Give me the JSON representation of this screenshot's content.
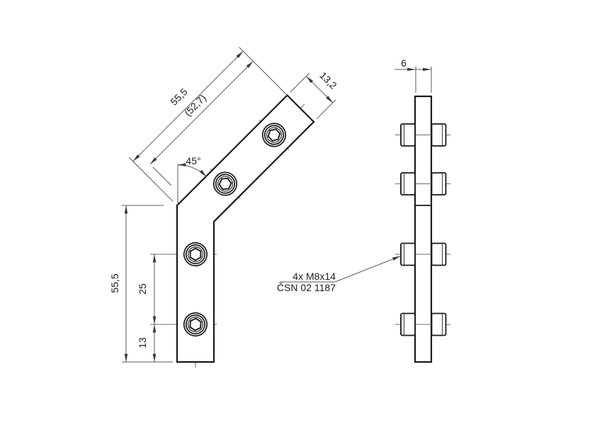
{
  "drawing": {
    "type_label": "angle-bracket-technical-drawing",
    "front_view": {
      "dims": {
        "overall_height": "55,5",
        "hole_spacing": "25",
        "hole_bottom_offset": "13",
        "arm_length": "55,5",
        "arm_length_ref": "(52,7)",
        "arm_end_width": "13,2",
        "bend_angle": "45°"
      }
    },
    "side_view": {
      "dims": {
        "plate_thickness": "6"
      }
    },
    "callout": {
      "line1": "4x M8x14",
      "line2": "ČSN 02 1187"
    },
    "colors": {
      "outline": "#1a1a1a",
      "thin_line": "#5a5a5a",
      "background": "#ffffff"
    }
  }
}
